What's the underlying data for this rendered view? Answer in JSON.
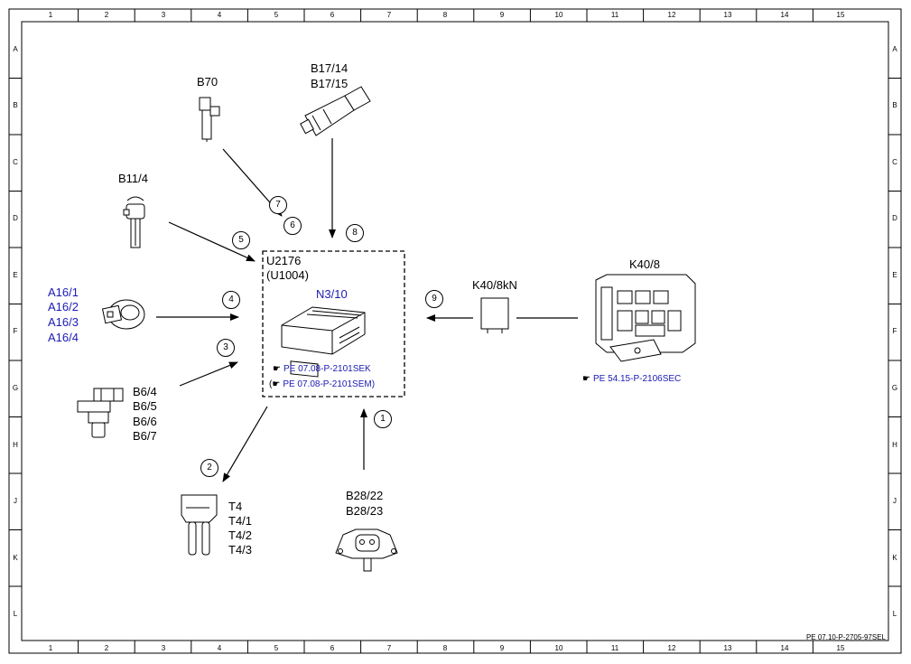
{
  "frame": {
    "columns": [
      "1",
      "2",
      "3",
      "4",
      "5",
      "6",
      "7",
      "8",
      "9",
      "10",
      "11",
      "12",
      "13",
      "14",
      "15"
    ],
    "rows": [
      "A",
      "B",
      "C",
      "D",
      "E",
      "F",
      "G",
      "H",
      "J",
      "K",
      "L"
    ],
    "footer_code": "PE 07.10-P-2705-97SEL"
  },
  "center": {
    "label_line1": "U2176",
    "label_line2": "(U1004)",
    "unit": "N3/10",
    "ref1": "PE 07.08-P-2101SEK",
    "ref2_prefix": "(",
    "ref2": "PE 07.08-P-2101SEM)"
  },
  "components": {
    "b70": "B70",
    "b17_a": "B17/14",
    "b17_b": "B17/15",
    "b11": "B11/4",
    "a16": [
      "A16/1",
      "A16/2",
      "A16/3",
      "A16/4"
    ],
    "b6": [
      "B6/4",
      "B6/5",
      "B6/6",
      "B6/7"
    ],
    "t4": [
      "T4",
      "T4/1",
      "T4/2",
      "T4/3"
    ],
    "b28_a": "B28/22",
    "b28_b": "B28/23",
    "k40kn": "K40/8kN",
    "k40": "K40/8",
    "k40_ref": "PE 54.15-P-2106SEC"
  },
  "callouts": [
    "1",
    "2",
    "3",
    "4",
    "5",
    "6",
    "7",
    "8",
    "9"
  ],
  "colors": {
    "link_blue": "#1a1ab4",
    "line": "#000000"
  }
}
